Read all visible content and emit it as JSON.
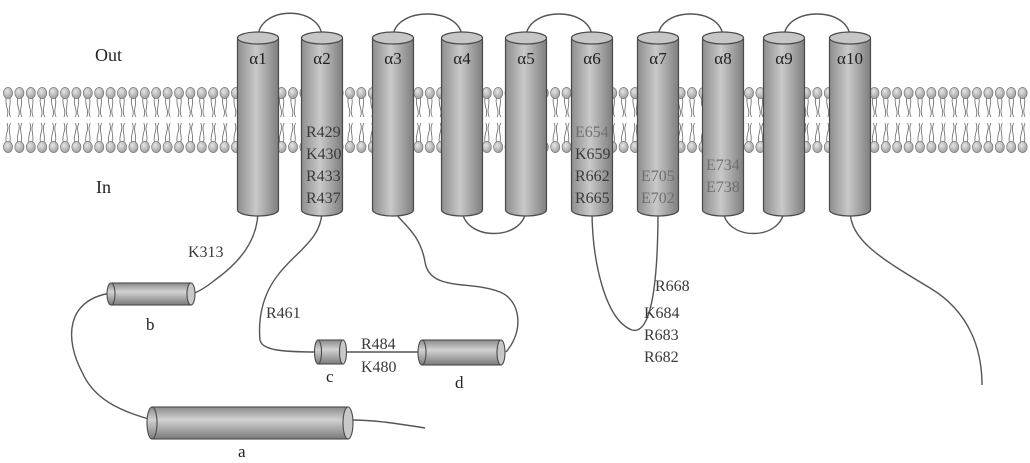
{
  "membrane": {
    "out_label": "Out",
    "in_label": "In"
  },
  "helices": [
    {
      "label": "α1"
    },
    {
      "label": "α2"
    },
    {
      "label": "α3"
    },
    {
      "label": "α4"
    },
    {
      "label": "α5"
    },
    {
      "label": "α6"
    },
    {
      "label": "α7"
    },
    {
      "label": "α8"
    },
    {
      "label": "α9"
    },
    {
      "label": "α10"
    }
  ],
  "helix_residues": {
    "alpha2": [
      "R429",
      "K430",
      "R433",
      "R437"
    ],
    "alpha6": [
      "E654",
      "K659",
      "R662",
      "R665"
    ],
    "alpha7": [
      "E705",
      "E702"
    ],
    "alpha8": [
      "E734",
      "E738"
    ]
  },
  "loop_residues": {
    "k313": "K313",
    "r461": "R461",
    "r484": "R484",
    "k480": "K480",
    "r668": "R668",
    "k684": "K684",
    "r683": "R683",
    "r682": "R682"
  },
  "segments": {
    "a": "a",
    "b": "b",
    "c": "c",
    "d": "d"
  },
  "colors": {
    "helix_fill": "#b4b4b4",
    "helix_stroke": "#4a4a4a",
    "lipid_head": "#c2c2c2",
    "loop_stroke": "#555555"
  }
}
